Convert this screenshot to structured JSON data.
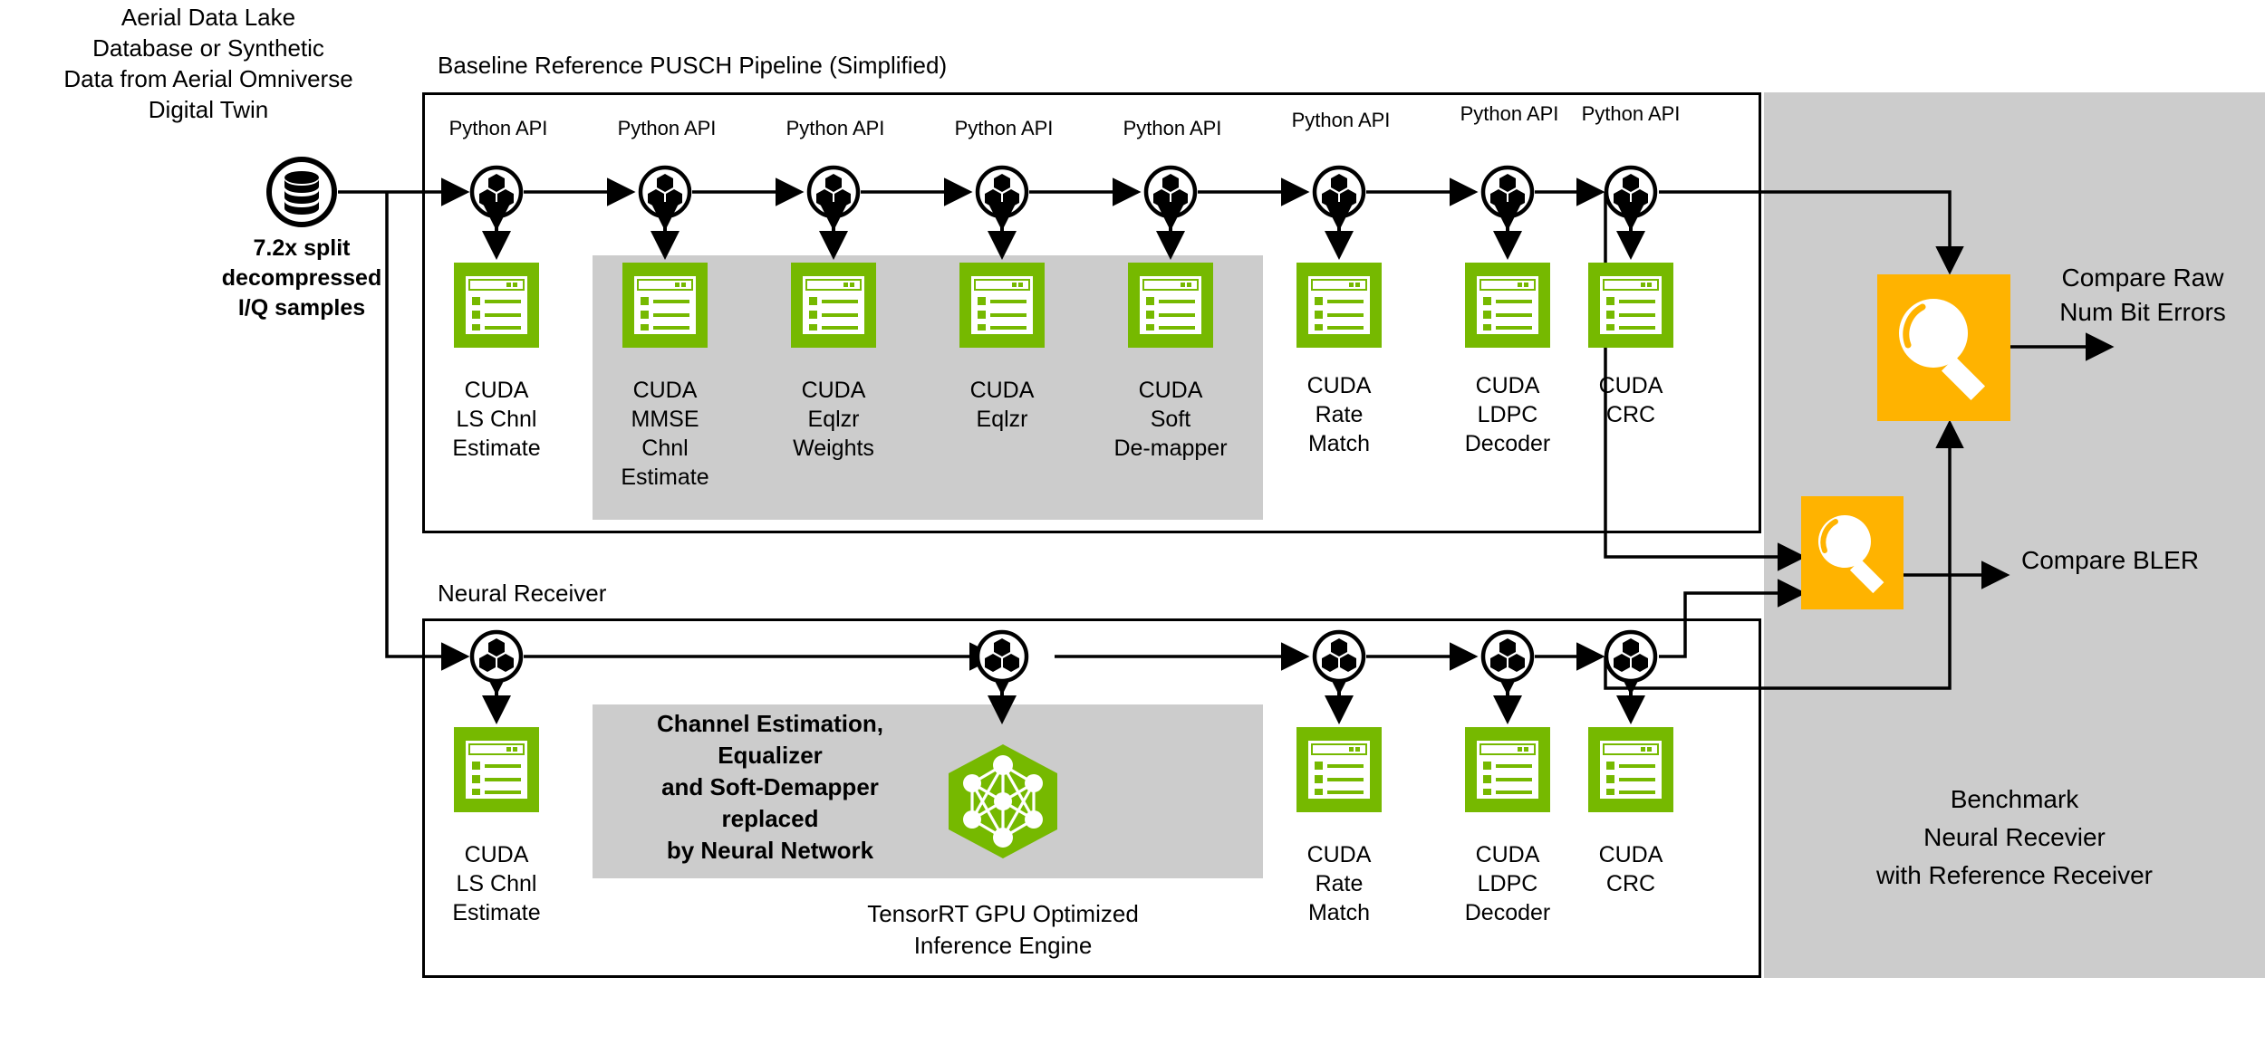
{
  "source": {
    "title_lines": [
      "Aerial Data Lake",
      "Database or Synthetic",
      "Data from Aerial Omniverse",
      "Digital Twin"
    ],
    "icon": "database-icon",
    "caption_lines": [
      "7.2x split",
      "decompressed",
      "I/Q samples"
    ]
  },
  "baseline": {
    "section_title": "Baseline Reference PUSCH Pipeline (Simplified)",
    "api_label": "Python API",
    "stages": [
      {
        "id": "ls-chnl-estimate",
        "label_lines": [
          "CUDA",
          "LS Chnl",
          "Estimate"
        ],
        "icon": "cuda-kernel-icon",
        "shaded": false
      },
      {
        "id": "mmse-chnl-estimate",
        "label_lines": [
          "CUDA",
          "MMSE",
          "Chnl",
          "Estimate"
        ],
        "icon": "cuda-kernel-icon",
        "shaded": true
      },
      {
        "id": "eqlzr-weights",
        "label_lines": [
          "CUDA",
          "Eqlzr",
          "Weights"
        ],
        "icon": "cuda-kernel-icon",
        "shaded": true
      },
      {
        "id": "eqlzr",
        "label_lines": [
          "CUDA",
          "Eqlzr"
        ],
        "icon": "cuda-kernel-icon",
        "shaded": true
      },
      {
        "id": "soft-de-mapper",
        "label_lines": [
          "CUDA",
          "Soft",
          "De-mapper"
        ],
        "icon": "cuda-kernel-icon",
        "shaded": true
      },
      {
        "id": "rate-match",
        "label_lines": [
          "CUDA",
          "Rate",
          "Match"
        ],
        "icon": "cuda-kernel-icon",
        "shaded": false
      },
      {
        "id": "ldpc-decoder",
        "label_lines": [
          "CUDA",
          "LDPC",
          "Decoder"
        ],
        "icon": "cuda-kernel-icon",
        "shaded": false
      },
      {
        "id": "crc",
        "label_lines": [
          "CUDA",
          "CRC"
        ],
        "icon": "cuda-kernel-icon",
        "shaded": false
      }
    ]
  },
  "neural": {
    "section_title": "Neural Receiver",
    "note_lines": [
      "Channel Estimation,",
      "Equalizer",
      "and Soft-Demapper",
      "replaced",
      "by Neural Network"
    ],
    "engine_caption_lines": [
      "TensorRT GPU Optimized",
      "Inference Engine"
    ],
    "engine_icon": "neural-network-hexagon-icon",
    "stages": [
      {
        "id": "nr-ls-chnl-estimate",
        "label_lines": [
          "CUDA",
          "LS Chnl",
          "Estimate"
        ],
        "icon": "cuda-kernel-icon"
      },
      {
        "id": "nr-rate-match",
        "label_lines": [
          "CUDA",
          "Rate",
          "Match"
        ],
        "icon": "cuda-kernel-icon"
      },
      {
        "id": "nr-ldpc-decoder",
        "label_lines": [
          "CUDA",
          "LDPC",
          "Decoder"
        ],
        "icon": "cuda-kernel-icon"
      },
      {
        "id": "nr-crc",
        "label_lines": [
          "CUDA",
          "CRC"
        ],
        "icon": "cuda-kernel-icon"
      }
    ]
  },
  "benchmark": {
    "compare_bit_errors_lines": [
      "Compare Raw",
      "Num Bit Errors"
    ],
    "compare_bler_label": "Compare BLER",
    "caption_lines": [
      "Benchmark",
      "Neural Recevier",
      "with Reference Receiver"
    ],
    "magnifier_icon": "magnifier-icon"
  },
  "colors": {
    "nvidia_green": "#76b900",
    "orange": "#ffb300",
    "gray_panel": "#cccccc",
    "stroke": "#000000",
    "background": "#ffffff"
  }
}
